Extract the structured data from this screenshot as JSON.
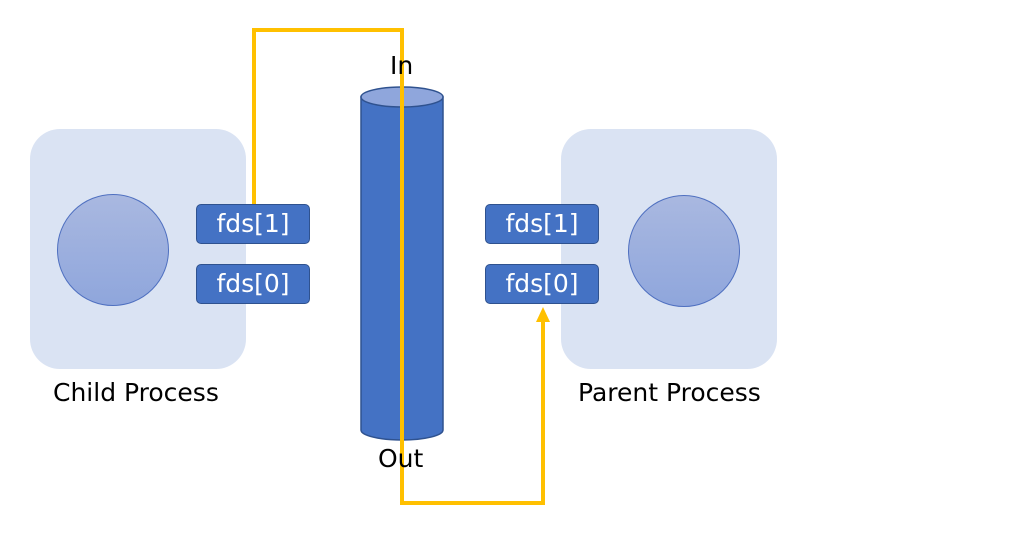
{
  "diagram": {
    "child": {
      "label": "Child Process",
      "fd_write": "fds[1]",
      "fd_read": "fds[0]"
    },
    "parent": {
      "label": "Parent Process",
      "fd_write": "fds[1]",
      "fd_read": "fds[0]"
    },
    "pipe": {
      "in_label": "In",
      "out_label": "Out"
    },
    "colors": {
      "process_background": "#dae3f3",
      "fd_box": "#4472c4",
      "pipe": "#4472c4",
      "pipe_top": "#8fa6dc",
      "flow_line": "#ffc000"
    }
  }
}
